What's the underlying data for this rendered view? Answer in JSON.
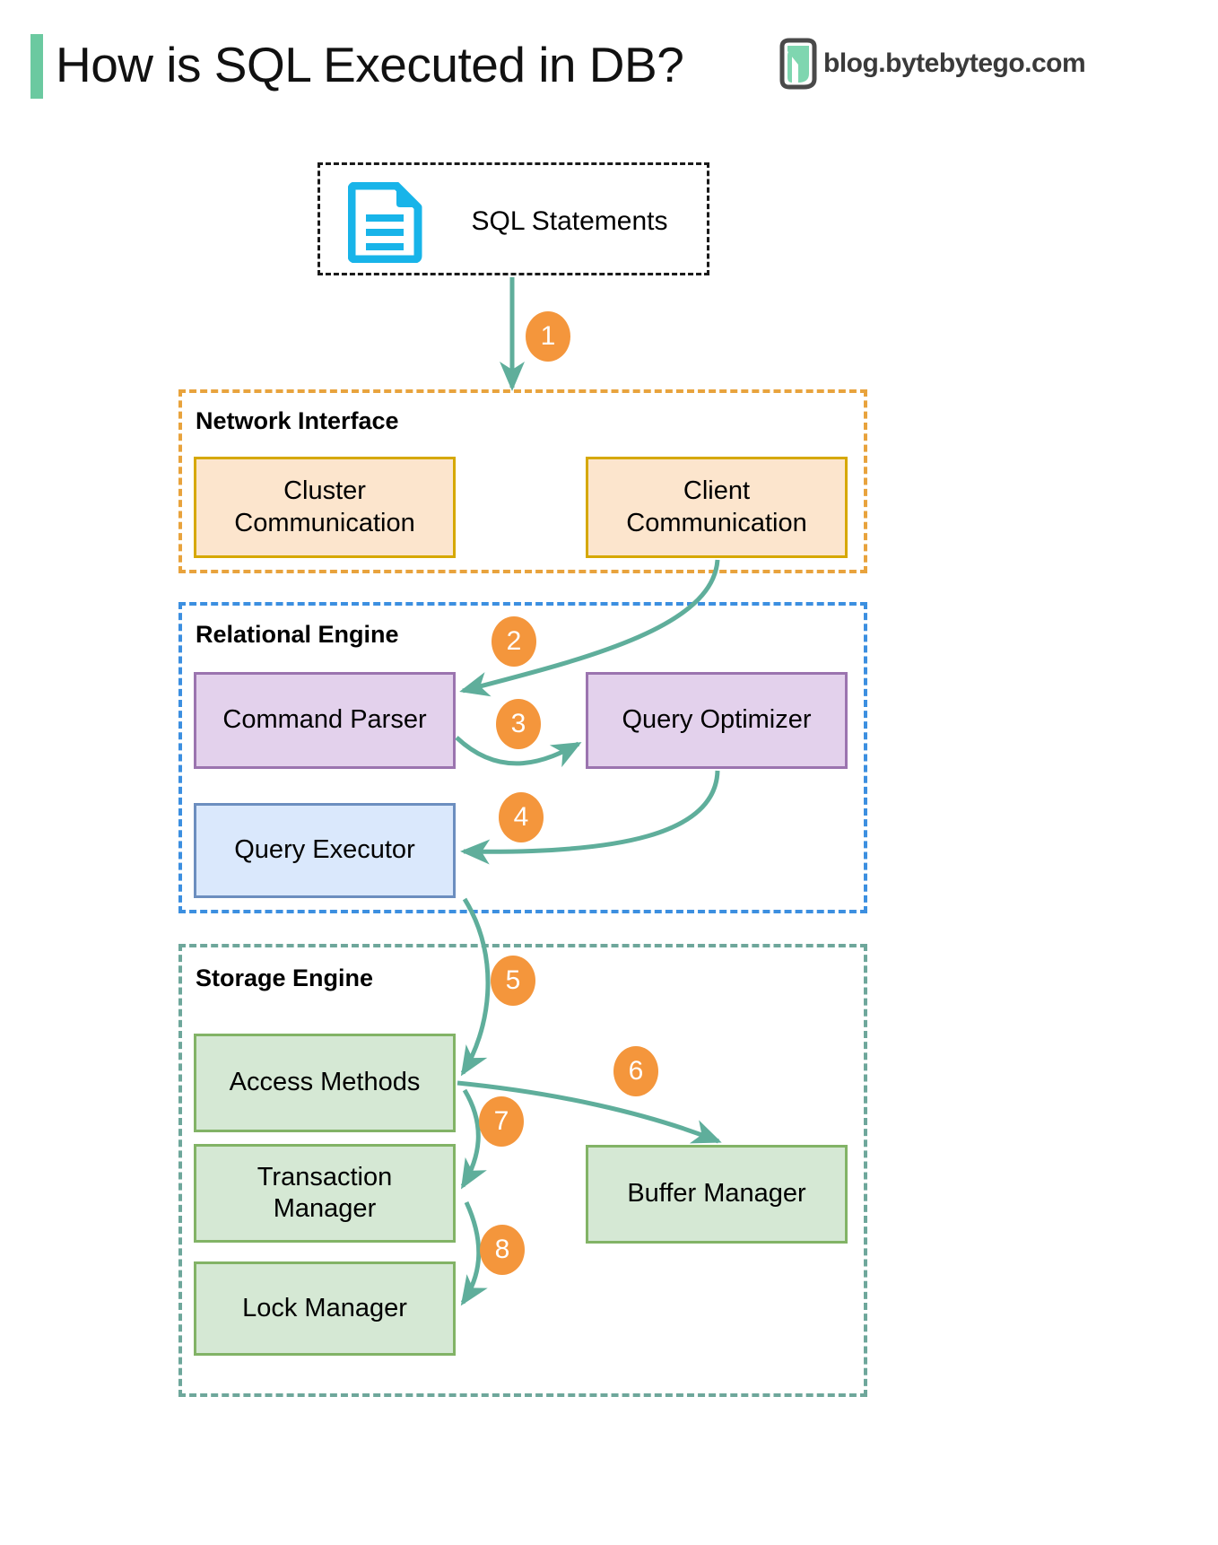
{
  "header": {
    "title": "How is SQL Executed in DB?",
    "accent_color": "#6BC9A0",
    "brand": "blog.bytebytego.com",
    "brand_logo_icon": "bytebytego-logo-icon"
  },
  "source": {
    "label": "SQL Statements",
    "icon": "document-icon",
    "icon_color": "#18B4E9",
    "border_style": "dotted"
  },
  "groups": [
    {
      "id": "network-interface",
      "title": "Network Interface",
      "border_color": "#E8A33D",
      "nodes": [
        {
          "id": "cluster-communication",
          "label": "Cluster\nCommunication",
          "fill": "#FCE5CD",
          "stroke": "#D6A800"
        },
        {
          "id": "client-communication",
          "label": "Client\nCommunication",
          "fill": "#FCE5CD",
          "stroke": "#D6A800"
        }
      ]
    },
    {
      "id": "relational-engine",
      "title": "Relational Engine",
      "border_color": "#3C8FE0",
      "nodes": [
        {
          "id": "command-parser",
          "label": "Command Parser",
          "fill": "#E3D1EC",
          "stroke": "#9B74AF"
        },
        {
          "id": "query-optimizer",
          "label": "Query Optimizer",
          "fill": "#E3D1EC",
          "stroke": "#9B74AF"
        },
        {
          "id": "query-executor",
          "label": "Query Executor",
          "fill": "#DAE8FC",
          "stroke": "#6C8EBF"
        }
      ]
    },
    {
      "id": "storage-engine",
      "title": "Storage Engine",
      "border_color": "#6EA79B",
      "nodes": [
        {
          "id": "access-methods",
          "label": "Access Methods",
          "fill": "#D5E8D4",
          "stroke": "#82B366"
        },
        {
          "id": "transaction-manager",
          "label": "Transaction\nManager",
          "fill": "#D5E8D4",
          "stroke": "#82B366"
        },
        {
          "id": "lock-manager",
          "label": "Lock Manager",
          "fill": "#D5E8D4",
          "stroke": "#82B366"
        },
        {
          "id": "buffer-manager",
          "label": "Buffer Manager",
          "fill": "#D5E8D4",
          "stroke": "#82B366"
        }
      ]
    }
  ],
  "labels": {
    "group_network": "Network Interface",
    "group_relational": "Relational Engine",
    "group_storage": "Storage Engine",
    "cluster_communication_l1": "Cluster",
    "cluster_communication_l2": "Communication",
    "client_communication_l1": "Client",
    "client_communication_l2": "Communication",
    "command_parser": "Command Parser",
    "query_optimizer": "Query Optimizer",
    "query_executor": "Query Executor",
    "access_methods": "Access Methods",
    "transaction_manager_l1": "Transaction",
    "transaction_manager_l2": "Manager",
    "lock_manager": "Lock Manager",
    "buffer_manager": "Buffer Manager",
    "sql_statements": "SQL Statements"
  },
  "steps": [
    {
      "n": "1",
      "from": "sql-statements",
      "to": "network-interface"
    },
    {
      "n": "2",
      "from": "client-communication",
      "to": "command-parser"
    },
    {
      "n": "3",
      "from": "command-parser",
      "to": "query-optimizer"
    },
    {
      "n": "4",
      "from": "query-optimizer",
      "to": "query-executor"
    },
    {
      "n": "5",
      "from": "query-executor",
      "to": "access-methods"
    },
    {
      "n": "6",
      "from": "access-methods",
      "to": "buffer-manager"
    },
    {
      "n": "7",
      "from": "access-methods",
      "to": "transaction-manager"
    },
    {
      "n": "8",
      "from": "transaction-manager",
      "to": "lock-manager"
    }
  ],
  "colors": {
    "arrow": "#5FAE9B",
    "step_badge": "#F4963C",
    "step_text": "#FFFFFF"
  }
}
